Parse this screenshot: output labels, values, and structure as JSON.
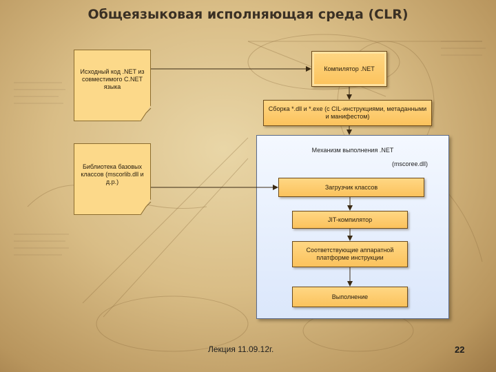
{
  "slide": {
    "title": "Общеязыковая исполняющая среда (CLR)",
    "footer": "Лекция 11.09.12г.",
    "page_number": "22"
  },
  "boxes": {
    "source_code": "Исходный код .NET из совместимого С.NET языка",
    "compiler": "Компилятор .NET",
    "assembly": "Сборка *.dll и *.exe (с CIL-инструкциями, метаданными и манифестом)",
    "class_library": "Библиотека базовых классов (mscorlib.dll и д.р.)",
    "class_loader": "Загрузчик классов",
    "jit_compiler": "JIT-компилятор",
    "platform_instructions": "Соответствующие аппаратной платформе инструкции",
    "execution": "Выполнение"
  },
  "runtime_panel": {
    "title": "Механизм выполнения .NET",
    "subtitle": "(mscoree.dll)"
  },
  "colors": {
    "note_fill": "#fcd98a",
    "box_fill": "#fbc25c",
    "panel_fill": "#e6eefc",
    "arrow": "#3a2a14"
  }
}
